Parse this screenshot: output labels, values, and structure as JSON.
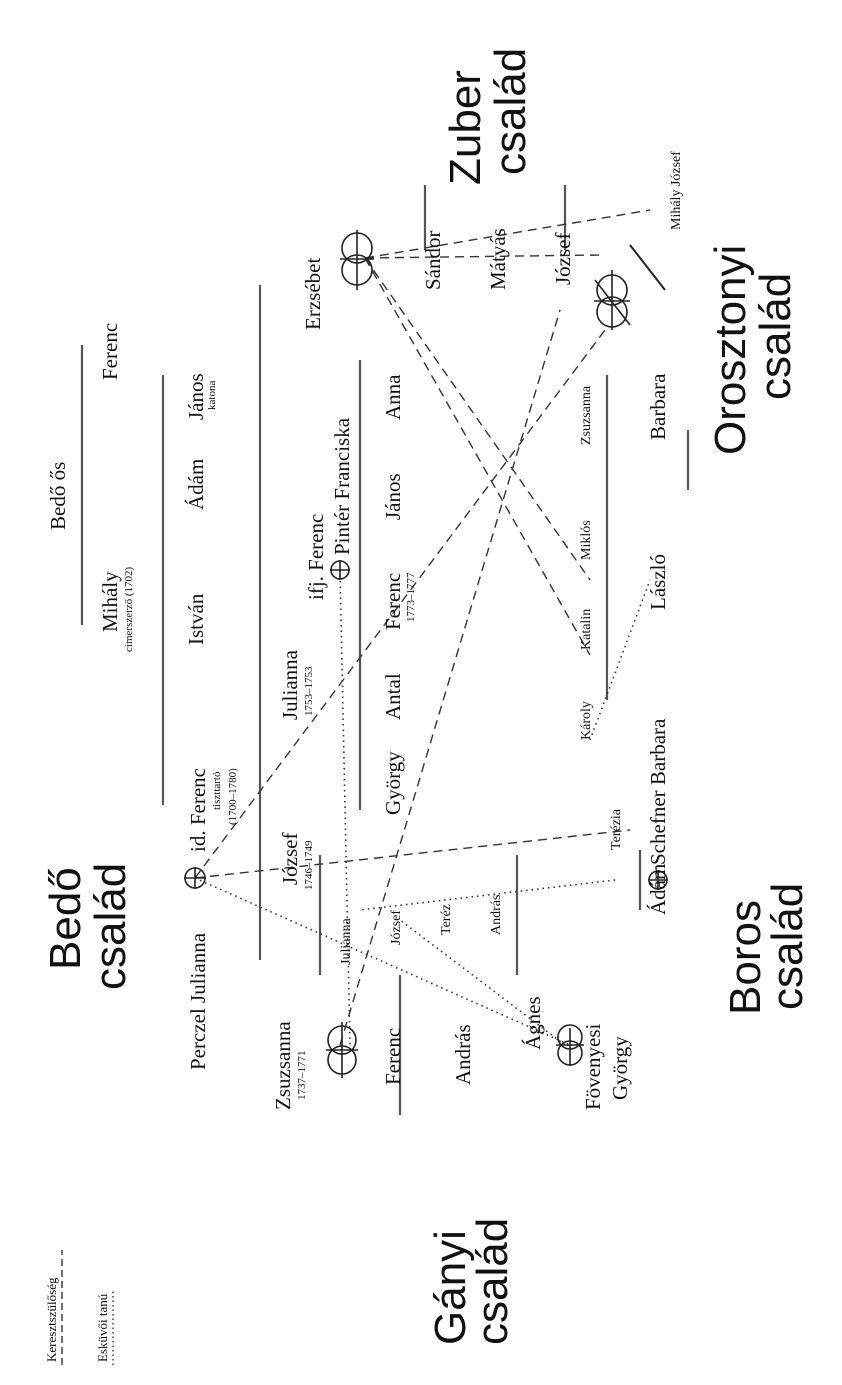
{
  "legend": {
    "godparent": "Keresztszülőség",
    "witness": "Esküvői tanú"
  },
  "families": {
    "bedo": [
      "Bedő",
      "család"
    ],
    "ganyi": [
      "Gányi",
      "család"
    ],
    "boros": [
      "Boros",
      "család"
    ],
    "zuber": [
      "Zuber",
      "család"
    ],
    "orosztonyi": [
      "Orosztonyi",
      "család"
    ]
  },
  "names": {
    "bedo_os": "Bedő ős",
    "mihaly": "Mihály",
    "mihaly_note": "címerszerző (1702)",
    "ferenc_top": "Ferenc",
    "id_ferenc": "id. Ferenc",
    "id_ferenc_role": "tiszttartó",
    "id_ferenc_years": "(1700–1780)",
    "istvan": "István",
    "adam_bedo": "Ádám",
    "janos_katona": "János",
    "janos_katona_role": "katona",
    "perczel_julianna": "Perczel Julianna",
    "zsuzsanna": "Zsuzsanna",
    "zsuzsanna_years": "1737–1771",
    "jozsef_bedo": "József",
    "jozsef_bedo_years": "1746–1749",
    "julianna_bedo": "Julianna",
    "julianna_bedo_years": "1753–1753",
    "ifj_ferenc": "ifj. Ferenc",
    "pinter_franciska": "Pintér Franciska",
    "erzsebet": "Erzsébet",
    "gyorgy_bedo": "György",
    "antal": "Antal",
    "ferenc_1773": "Ferenc",
    "ferenc_1773_years": "1773–1777",
    "janos_bedo": "János",
    "anna": "Anna",
    "julianna_ganyi": "Julianna",
    "jozsef_ganyi": "József",
    "terez": "Teréz",
    "andras_ganyi_small": "András",
    "ferenc_ganyi": "Ferenc",
    "andras_ganyi": "András",
    "agnes": "Ágnes",
    "fovenyesi": "Fövenyesi",
    "gyorgy_fovenyesi": "György",
    "terezia": "Terézia",
    "adam_boros": "Ádám",
    "schefner_barbara": "Schefner Barbara",
    "karoly": "Károly",
    "katalin": "Katalin",
    "miklos": "Miklós",
    "zsuzsanna_or": "Zsuzsanna",
    "laszlo": "László",
    "barbara": "Barbara",
    "sandor": "Sándor",
    "matyas": "Mátyás",
    "jozsef_zuber": "József",
    "mihaly_jozsef": "Mihály József"
  }
}
